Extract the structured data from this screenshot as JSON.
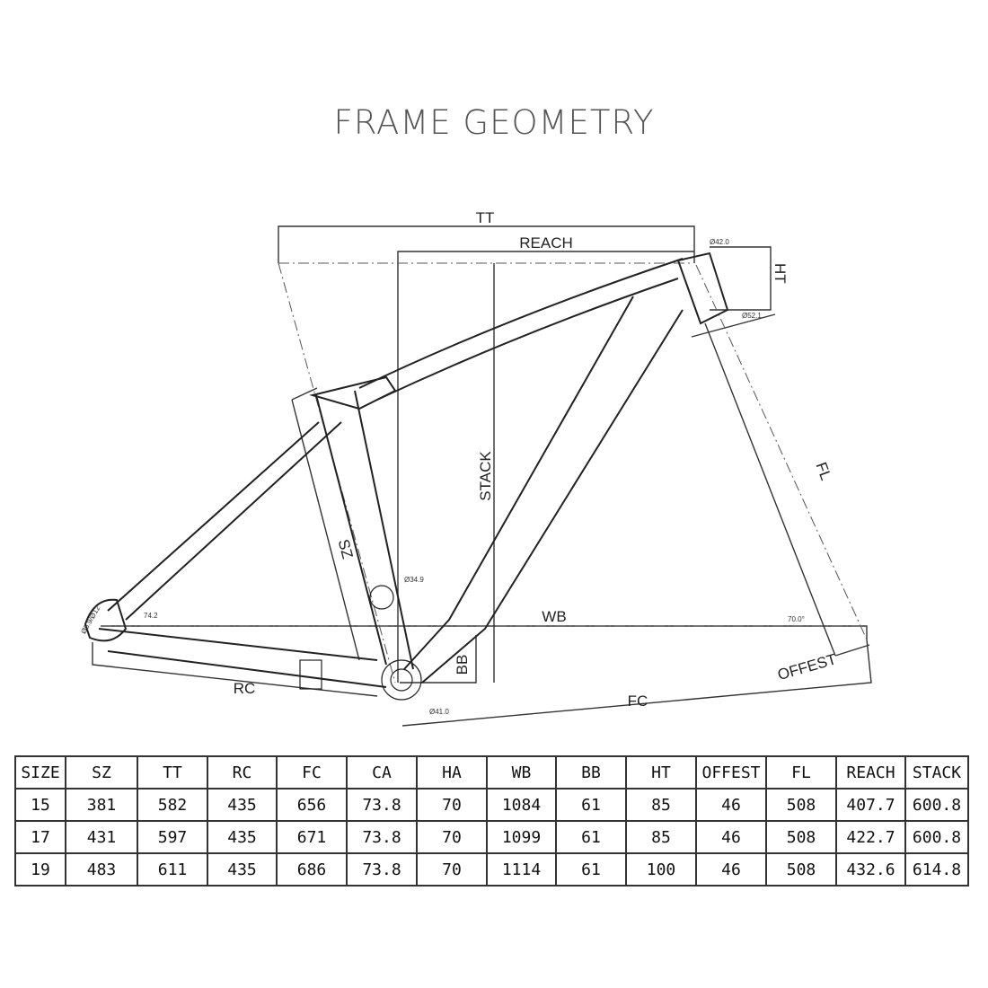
{
  "title": "FRAME GEOMETRY",
  "diagram_labels": {
    "tt": "TT",
    "reach": "REACH",
    "ht": "HT",
    "stack": "STACK",
    "fl": "FL",
    "sz": "SZ",
    "wb": "WB",
    "bb": "BB",
    "rc": "RC",
    "fc": "FC",
    "offset": "OFFEST",
    "ha_angle": "70.0°",
    "sa_angle": "74.2",
    "d_head_top": "Ø42.0",
    "d_head_bottom": "Ø52.1",
    "d_seat": "Ø34.9",
    "d_bb": "Ø41.0",
    "dropout": "Ø5.9/Ø12"
  },
  "table": {
    "headers": [
      "SIZE",
      "SZ",
      "TT",
      "RC",
      "FC",
      "CA",
      "HA",
      "WB",
      "BB",
      "HT",
      "OFFEST",
      "FL",
      "REACH",
      "STACK"
    ],
    "rows": [
      [
        "15",
        "381",
        "582",
        "435",
        "656",
        "73.8",
        "70",
        "1084",
        "61",
        "85",
        "46",
        "508",
        "407.7",
        "600.8"
      ],
      [
        "17",
        "431",
        "597",
        "435",
        "671",
        "73.8",
        "70",
        "1099",
        "61",
        "85",
        "46",
        "508",
        "422.7",
        "600.8"
      ],
      [
        "19",
        "483",
        "611",
        "435",
        "686",
        "73.8",
        "70",
        "1114",
        "61",
        "100",
        "46",
        "508",
        "432.6",
        "614.8"
      ]
    ]
  }
}
